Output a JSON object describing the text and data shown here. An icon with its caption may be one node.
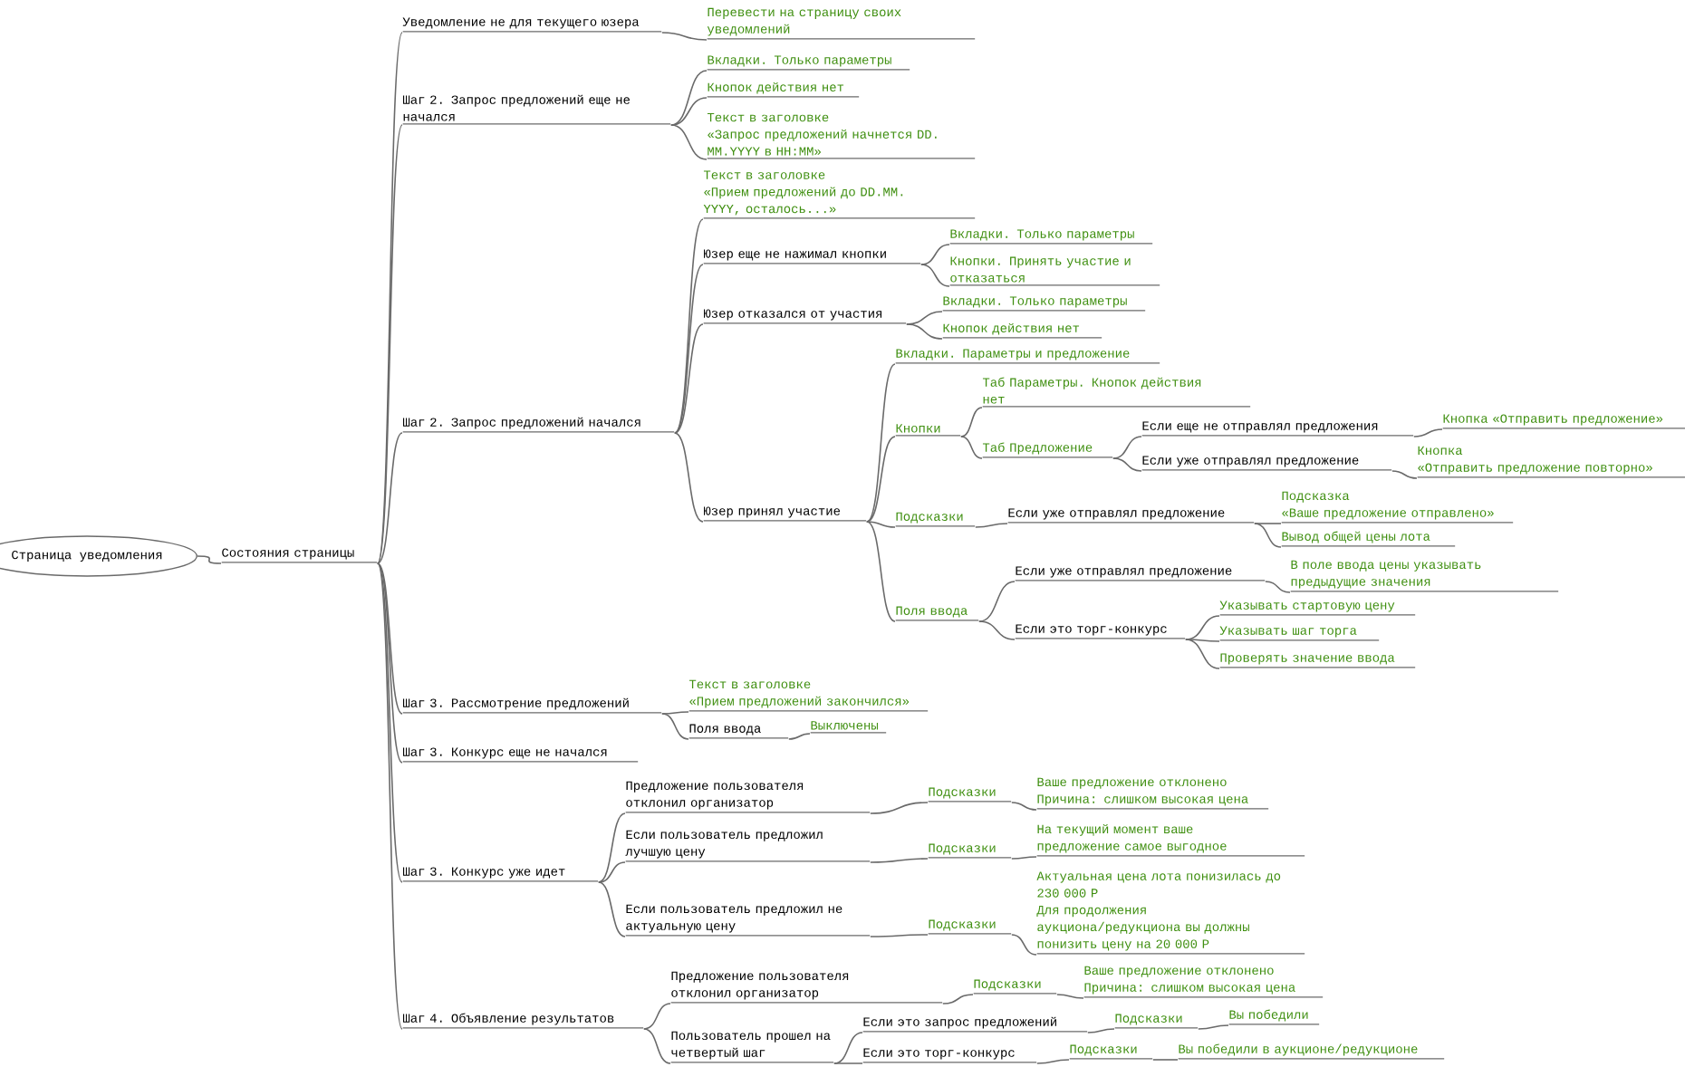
{
  "diagram": {
    "nodes": [
      {
        "text": [
          "Страница уведомления"
        ]
      },
      {
        "text": [
          "Состояния страницы"
        ]
      },
      {
        "text": [
          "Уведомление не для текущего юзера"
        ]
      },
      {
        "text": [
          "Перевести на страницу своих уведомлений"
        ]
      },
      {
        "text": [
          "Шаг 2. Запрос предложений еще не начался"
        ]
      },
      {
        "text": [
          "Вкладки. Только параметры"
        ]
      },
      {
        "text": [
          "Кнопок действия нет"
        ]
      },
      {
        "text": [
          "Текст в заголовке",
          "«Запрос предложений начнется DD. MM.YYYY в HH:MM»"
        ]
      },
      {
        "text": [
          "Шаг 2. Запрос предложений начался"
        ]
      },
      {
        "text": [
          "Текст в заголовке",
          "«Прием предложений до DD.MM. YYYY, осталось...»"
        ]
      },
      {
        "text": [
          "Юзер еще не нажимал кнопки"
        ]
      },
      {
        "text": [
          "Вкладки. Только параметры"
        ]
      },
      {
        "text": [
          "Кнопки. Принять участие и отказаться"
        ]
      },
      {
        "text": [
          "Юзер отказался от участия"
        ]
      },
      {
        "text": [
          "Вкладки. Только параметры"
        ]
      },
      {
        "text": [
          "Кнопок действия нет"
        ]
      },
      {
        "text": [
          "Юзер принял участие"
        ]
      },
      {
        "text": [
          "Вкладки. Параметры и предложение"
        ]
      },
      {
        "text": [
          "Кнопки"
        ]
      },
      {
        "text": [
          "Таб Параметры. Кнопок действия нет"
        ]
      },
      {
        "text": [
          "Таб Предложение"
        ]
      },
      {
        "text": [
          "Если еще не отправлял предложения"
        ]
      },
      {
        "text": [
          "Кнопка «Отправить предложение»"
        ]
      },
      {
        "text": [
          "Если уже отправлял предложение"
        ]
      },
      {
        "text": [
          "Кнопка",
          "«Отправить предложение повторно»"
        ]
      },
      {
        "text": [
          "Подсказки"
        ]
      },
      {
        "text": [
          "Если уже отправлял предложение"
        ]
      },
      {
        "text": [
          "Подсказка",
          "«Ваше предложение отправлено»"
        ]
      },
      {
        "text": [
          "Вывод общей цены лота"
        ]
      },
      {
        "text": [
          "Поля ввода"
        ]
      },
      {
        "text": [
          "Если уже отправлял предложение"
        ]
      },
      {
        "text": [
          "В поле ввода цены указывать предыдущие значения"
        ]
      },
      {
        "text": [
          "Если это торг-конкурс"
        ]
      },
      {
        "text": [
          "Указывать стартовую цену"
        ]
      },
      {
        "text": [
          "Указывать шаг торга"
        ]
      },
      {
        "text": [
          "Проверять значение ввода"
        ]
      },
      {
        "text": [
          "Шаг 3. Рассмотрение предложений"
        ]
      },
      {
        "text": [
          "Текст в заголовке",
          "«Прием предложений закончился»"
        ]
      },
      {
        "text": [
          "Поля ввода"
        ]
      },
      {
        "text": [
          "Выключены"
        ]
      },
      {
        "text": [
          "Шаг 3. Конкурс еще не начался"
        ]
      },
      {
        "text": [
          "Шаг 3. Конкурс уже идет"
        ]
      },
      {
        "text": [
          "Предложение пользователя отклонил организатор"
        ]
      },
      {
        "text": [
          "Подсказки"
        ]
      },
      {
        "text": [
          "Ваше предложение отклонено",
          "Причина: слишком высокая цена"
        ]
      },
      {
        "text": [
          "Если пользователь предложил лучшую цену"
        ]
      },
      {
        "text": [
          "Подсказки"
        ]
      },
      {
        "text": [
          "На текущий момент ваше предложение самое выгодное"
        ]
      },
      {
        "text": [
          "Если пользователь предложил не актуальную цену"
        ]
      },
      {
        "text": [
          "Подсказки"
        ]
      },
      {
        "text": [
          "Актуальная цена лота понизилась до 230 000 Р",
          "Для продолжения аукциона/редукциона вы должны понизить цену на 20 000 Р"
        ]
      },
      {
        "text": [
          "Шаг 4. Объявление результатов"
        ]
      },
      {
        "text": [
          "Предложение пользователя отклонил организатор"
        ]
      },
      {
        "text": [
          "Подсказки"
        ]
      },
      {
        "text": [
          "Ваше предложение отклонено",
          "Причина: слишком высокая цена"
        ]
      },
      {
        "text": [
          "Пользователь прошел на четвертый шаг"
        ]
      },
      {
        "text": [
          "Если это запрос предложений"
        ]
      },
      {
        "text": [
          "Подсказки"
        ]
      },
      {
        "text": [
          "Вы победили"
        ]
      },
      {
        "text": [
          "Если это торг-конкурс"
        ]
      },
      {
        "text": [
          "Подсказки"
        ]
      },
      {
        "text": [
          "Вы победили в аукционе/редукционе"
        ]
      }
    ],
    "edges": [
      {
        "from": 0,
        "to": 1,
        "arrow": "none"
      },
      {
        "from": 1,
        "to": 2,
        "arrow": "none"
      },
      {
        "from": 1,
        "to": 4,
        "arrow": "none"
      },
      {
        "from": 1,
        "to": 8,
        "arrow": "none"
      },
      {
        "from": 1,
        "to": 36,
        "arrow": "none"
      },
      {
        "from": 1,
        "to": 40,
        "arrow": "none"
      },
      {
        "from": 1,
        "to": 41,
        "arrow": "none"
      },
      {
        "from": 1,
        "to": 51,
        "arrow": "none"
      },
      {
        "from": 2,
        "to": 3,
        "arrow": "none"
      },
      {
        "from": 4,
        "to": 5,
        "arrow": "none"
      },
      {
        "from": 4,
        "to": 6,
        "arrow": "none"
      },
      {
        "from": 4,
        "to": 7,
        "arrow": "none"
      },
      {
        "from": 8,
        "to": 9,
        "arrow": "none"
      },
      {
        "from": 8,
        "to": 10,
        "arrow": "none"
      },
      {
        "from": 8,
        "to": 13,
        "arrow": "none"
      },
      {
        "from": 8,
        "to": 16,
        "arrow": "none"
      },
      {
        "from": 10,
        "to": 11,
        "arrow": "none"
      },
      {
        "from": 10,
        "to": 12,
        "arrow": "none"
      },
      {
        "from": 13,
        "to": 14,
        "arrow": "none"
      },
      {
        "from": 13,
        "to": 15,
        "arrow": "none"
      },
      {
        "from": 16,
        "to": 17,
        "arrow": "none"
      },
      {
        "from": 16,
        "to": 18,
        "arrow": "none"
      },
      {
        "from": 16,
        "to": 25,
        "arrow": "none"
      },
      {
        "from": 16,
        "to": 29,
        "arrow": "none"
      },
      {
        "from": 18,
        "to": 19,
        "arrow": "none"
      },
      {
        "from": 18,
        "to": 20,
        "arrow": "none"
      },
      {
        "from": 20,
        "to": 21,
        "arrow": "none"
      },
      {
        "from": 20,
        "to": 23,
        "arrow": "none"
      },
      {
        "from": 21,
        "to": 22,
        "arrow": "none"
      },
      {
        "from": 23,
        "to": 24,
        "arrow": "none"
      },
      {
        "from": 25,
        "to": 26,
        "arrow": "none"
      },
      {
        "from": 26,
        "to": 27,
        "arrow": "none"
      },
      {
        "from": 26,
        "to": 28,
        "arrow": "none"
      },
      {
        "from": 29,
        "to": 30,
        "arrow": "none"
      },
      {
        "from": 29,
        "to": 32,
        "arrow": "none"
      },
      {
        "from": 30,
        "to": 31,
        "arrow": "none"
      },
      {
        "from": 32,
        "to": 33,
        "arrow": "none"
      },
      {
        "from": 32,
        "to": 34,
        "arrow": "none"
      },
      {
        "from": 32,
        "to": 35,
        "arrow": "none"
      },
      {
        "from": 36,
        "to": 37,
        "arrow": "none"
      },
      {
        "from": 36,
        "to": 38,
        "arrow": "none"
      },
      {
        "from": 38,
        "to": 39,
        "arrow": "none"
      },
      {
        "from": 41,
        "to": 42,
        "arrow": "none"
      },
      {
        "from": 41,
        "to": 45,
        "arrow": "none"
      },
      {
        "from": 41,
        "to": 48,
        "arrow": "none"
      },
      {
        "from": 42,
        "to": 43,
        "arrow": "none"
      },
      {
        "from": 43,
        "to": 44,
        "arrow": "none"
      },
      {
        "from": 45,
        "to": 46,
        "arrow": "none"
      },
      {
        "from": 46,
        "to": 47,
        "arrow": "none"
      },
      {
        "from": 48,
        "to": 49,
        "arrow": "none"
      },
      {
        "from": 49,
        "to": 50,
        "arrow": "none"
      },
      {
        "from": 51,
        "to": 52,
        "arrow": "none"
      },
      {
        "from": 51,
        "to": 55,
        "arrow": "none"
      },
      {
        "from": 52,
        "to": 53,
        "arrow": "none"
      },
      {
        "from": 53,
        "to": 54,
        "arrow": "none"
      },
      {
        "from": 55,
        "to": 56,
        "arrow": "none"
      },
      {
        "from": 55,
        "to": 59,
        "arrow": "none"
      },
      {
        "from": 56,
        "to": 57,
        "arrow": "none"
      },
      {
        "from": 57,
        "to": 58,
        "arrow": "none"
      },
      {
        "from": 59,
        "to": 60,
        "arrow": "none"
      },
      {
        "from": 60,
        "to": 61,
        "arrow": "none"
      }
    ]
  }
}
